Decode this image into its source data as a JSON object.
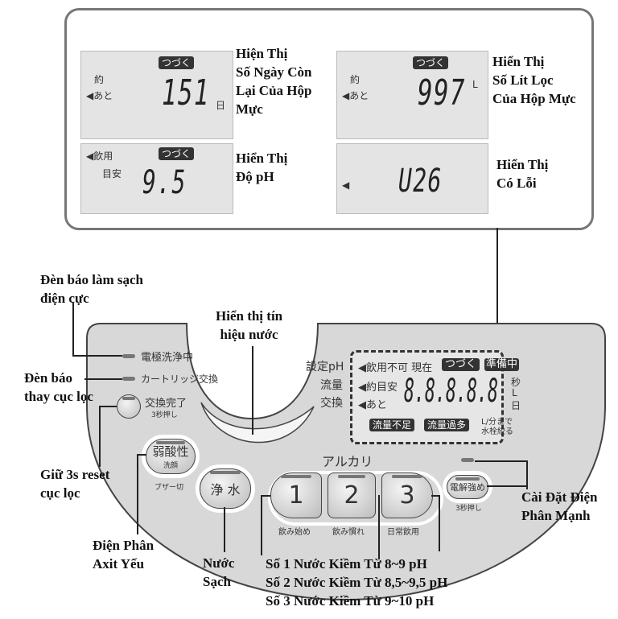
{
  "displays": [
    {
      "top_tag": "つづく",
      "left1": "約",
      "left2": "◀あと",
      "value": "151",
      "unit": "日",
      "caption": [
        "Hiện Thị",
        "Số Ngày Còn",
        "Lại Của Hộp",
        "Mực"
      ]
    },
    {
      "top_tag": "つづく",
      "left1": "約",
      "left2": "◀あと",
      "value": "997",
      "unit": "L",
      "caption": [
        "Hiển Thị",
        "Số Lít Lọc",
        "Của Hộp Mực"
      ]
    },
    {
      "top_tag": "つづく",
      "left1": "◀飲用",
      "left2": "目安",
      "value": "9.5",
      "caption": [
        "Hiển Thị",
        "Độ pH"
      ]
    },
    {
      "left2": "◀",
      "value": "U26",
      "caption": [
        "Hiển Thị",
        "Có Lỗi"
      ]
    }
  ],
  "panel": {
    "led_electrode": "電極洗浄中",
    "led_cartridge": "カートリッジ交換",
    "reset_label": "交換完了",
    "reset_sub": "3秒押し",
    "acid_label": "弱酸性",
    "acid_sub": "洗顔",
    "buzzer": "ブザー切",
    "pure_label": "浄 水",
    "alkali": "アルカリ",
    "buttons": [
      {
        "label": "1",
        "sub": "飲み始め"
      },
      {
        "label": "2",
        "sub": "飲み慣れ"
      },
      {
        "label": "3",
        "sub": "日常飲用"
      }
    ],
    "strong_label": "電解強め",
    "strong_sub": "3秒押し",
    "lcd": {
      "row_labels": [
        "設定pH",
        "流量",
        "交換"
      ],
      "top": "◀飲用不可 現在",
      "tag1": "つづく",
      "tag2": "準備中",
      "mid": "◀約目安",
      "bot": "◀あと",
      "digits": "8.8.8.8.8",
      "u1": "秒",
      "u2": "L",
      "u3": "日",
      "b1": "流量不足",
      "b2": "流量過多",
      "note1": "L/分まで",
      "note2": "水栓絞る"
    }
  },
  "annotations": {
    "electrode": [
      "Đèn báo làm sạch",
      "điện cực"
    ],
    "cartridge": [
      "Đèn báo",
      "thay cục lọc"
    ],
    "reset": [
      "Giữ 3s reset",
      "cục lọc"
    ],
    "acid": [
      "Điện Phân",
      "Axit Yếu"
    ],
    "pure": [
      "Nước",
      "Sạch"
    ],
    "signal": [
      "Hiển thị tín",
      "hiệu nước"
    ],
    "strong": [
      "Cài Đặt Điện",
      "Phân Mạnh"
    ],
    "levels": [
      "Số 1 Nước Kiềm Từ 8~9 pH",
      "Số 2 Nước Kiềm Từ 8,5~9,5 pH",
      "Số 3 Nước Kiềm Từ 9~10 pH"
    ]
  }
}
